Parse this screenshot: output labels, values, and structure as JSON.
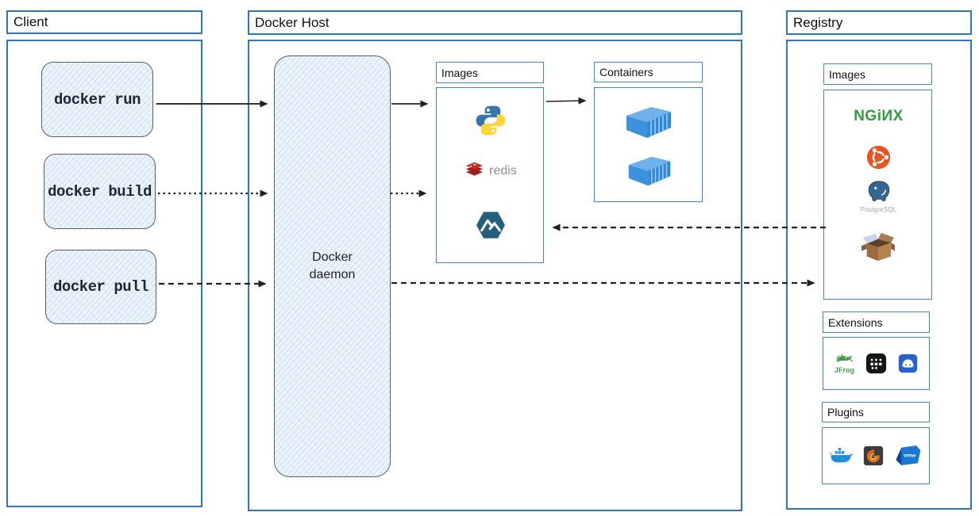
{
  "colors": {
    "section_border": "#2e77c0",
    "panel_border": "#3f87d2",
    "sketch_fill": "#ecf4fc",
    "sketch_border": "#555f6a",
    "arrow": "#222222",
    "nginx_green": "#2f9e41",
    "ubuntu_orange": "#e95420",
    "redis_red": "#c6302b",
    "alpine_teal": "#255f7e",
    "container_blue": "#2f88d8",
    "docker_blue": "#1d90e0"
  },
  "client": {
    "title": "Client",
    "commands": [
      "docker run",
      "docker build",
      "docker pull"
    ]
  },
  "docker_host": {
    "title": "Docker Host",
    "daemon_label": "Docker daemon",
    "images_panel": {
      "title": "Images",
      "items": [
        "python",
        "redis",
        "alpine"
      ]
    },
    "redis_label": "redis",
    "containers_panel": {
      "title": "Containers",
      "items": [
        "container",
        "container"
      ]
    }
  },
  "registry": {
    "title": "Registry",
    "images_panel": {
      "title": "Images",
      "items": [
        "nginx",
        "ubuntu",
        "postgresql",
        "busybox"
      ]
    },
    "nginx_wordmark": "NGiИX",
    "postgresql_label": "PostgreSQL",
    "extensions_panel": {
      "title": "Extensions",
      "items": [
        "jfrog",
        "app-grid",
        "disk-drive"
      ]
    },
    "jfrog_label": "JFrog",
    "plugins_panel": {
      "title": "Plugins",
      "items": [
        "docker-whale",
        "grafana",
        "vmware"
      ]
    },
    "vmware_label": "vmw"
  },
  "connections": [
    {
      "from": "docker run",
      "to": "Docker daemon",
      "style": "solid"
    },
    {
      "from": "docker build",
      "to": "Docker daemon",
      "style": "dotted"
    },
    {
      "from": "docker pull",
      "to": "Docker daemon",
      "style": "dashed"
    },
    {
      "from": "Docker daemon",
      "to": "Host Images",
      "style": "solid"
    },
    {
      "from": "Docker daemon",
      "to": "Host Images",
      "style": "dotted"
    },
    {
      "from": "Host Images",
      "to": "Containers",
      "style": "solid"
    },
    {
      "from": "Docker daemon",
      "to": "Registry Images",
      "style": "dashed"
    },
    {
      "from": "Registry Images",
      "to": "Host Images",
      "style": "dashed"
    }
  ]
}
